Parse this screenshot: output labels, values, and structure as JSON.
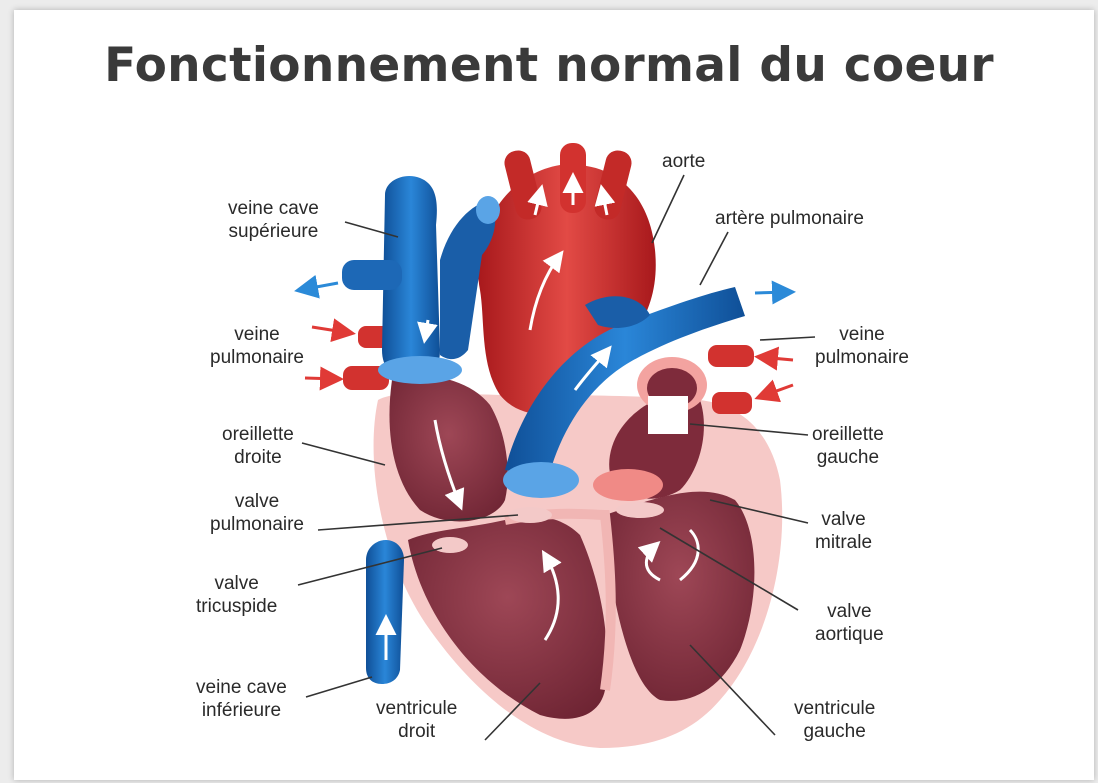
{
  "title": "Fonctionnement normal du coeur",
  "colors": {
    "oxygen_poor_blue": "#1f6fc0",
    "oxygen_rich_red": "#d2322f",
    "chamber_wall_pink": "#f6c9c7",
    "chamber_interior": "#8b3a48",
    "leader_line": "#333333"
  },
  "labels": {
    "aorte": [
      "aorte"
    ],
    "artere_pulmonaire": [
      "artère pulmonaire"
    ],
    "veine_cave_superieure": [
      "veine cave",
      "supérieure"
    ],
    "veine_pulmonaire_gauche": [
      "veine",
      "pulmonaire"
    ],
    "veine_pulmonaire_droite": [
      "veine",
      "pulmonaire"
    ],
    "oreillette_droite": [
      "oreillette",
      "droite"
    ],
    "oreillette_gauche": [
      "oreillette",
      "gauche"
    ],
    "valve_pulmonaire": [
      "valve",
      "pulmonaire"
    ],
    "valve_mitrale": [
      "valve",
      "mitrale"
    ],
    "valve_tricuspide": [
      "valve",
      "tricuspide"
    ],
    "valve_aortique": [
      "valve",
      "aortique"
    ],
    "veine_cave_inferieure": [
      "veine cave",
      "inférieure"
    ],
    "ventricule_droit": [
      "ventricule",
      "droit"
    ],
    "ventricule_gauche": [
      "ventricule",
      "gauche"
    ]
  }
}
